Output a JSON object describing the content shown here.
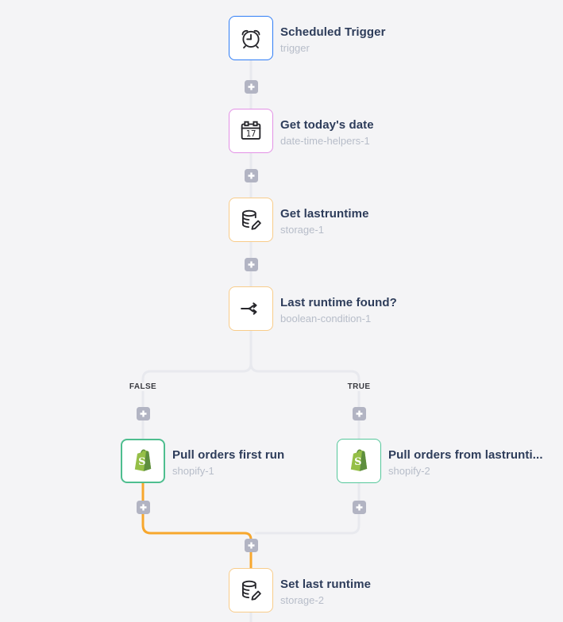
{
  "canvas": {
    "background": "#f4f4f6",
    "line_color": "#e8e9ee",
    "active_line_color": "#f7a72d",
    "plus_color": "#b2b4c3"
  },
  "branch_labels": {
    "false": "FALSE",
    "true": "TRUE"
  },
  "nodes": [
    {
      "title": "Scheduled Trigger",
      "subtitle": "trigger",
      "icon": "alarm-clock-icon",
      "border": "#2f7df6"
    },
    {
      "title": "Get today's date",
      "subtitle": "date-time-helpers-1",
      "icon": "calendar-icon",
      "border": "#e391e6"
    },
    {
      "title": "Get lastruntime",
      "subtitle": "storage-1",
      "icon": "database-edit-icon",
      "border": "#f8cc8a"
    },
    {
      "title": "Last runtime found?",
      "subtitle": "boolean-condition-1",
      "icon": "branch-icon",
      "border": "#f8cc8a"
    },
    {
      "title": "Pull orders first run",
      "subtitle": "shopify-1",
      "icon": "shopify-icon",
      "border": "#4ebe8f"
    },
    {
      "title": "Pull orders from lastrunti...",
      "subtitle": "shopify-2",
      "icon": "shopify-icon",
      "border": "#55c79b"
    },
    {
      "title": "Set last runtime",
      "subtitle": "storage-2",
      "icon": "database-edit-icon",
      "border": "#f8cc8a"
    }
  ],
  "shopify_colors": {
    "body": "#95bf47",
    "side": "#5e8e3e",
    "letter": "#ffffff"
  }
}
